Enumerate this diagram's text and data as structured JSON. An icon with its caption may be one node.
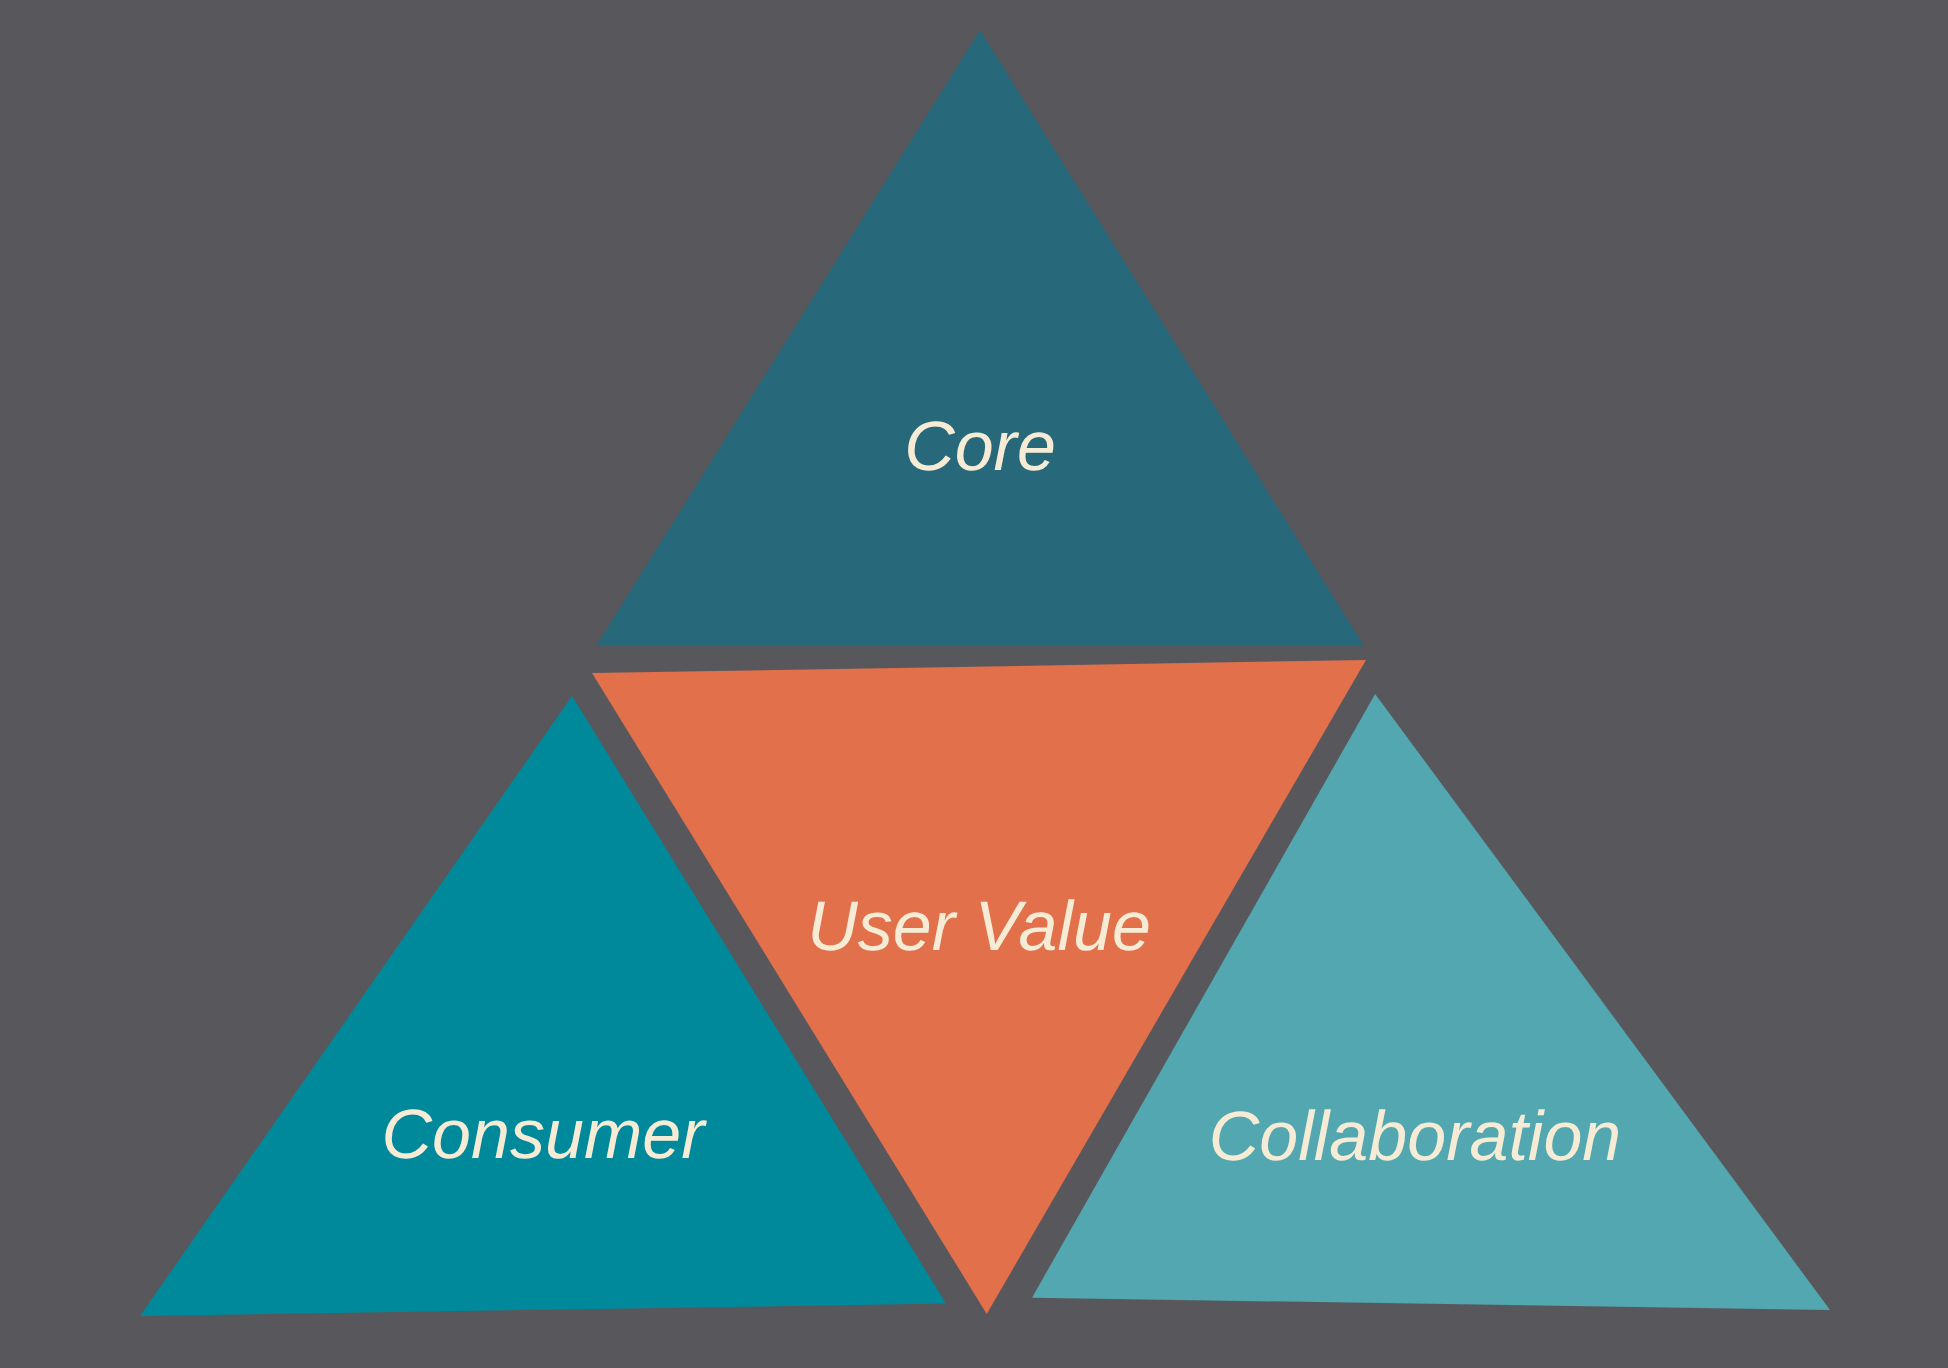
{
  "diagram": {
    "nodes": [
      {
        "text": [
          "Core"
        ]
      },
      {
        "text": [
          "User Value"
        ]
      },
      {
        "text": [
          "Consumer"
        ]
      },
      {
        "text": [
          "Collaboration"
        ]
      }
    ]
  }
}
